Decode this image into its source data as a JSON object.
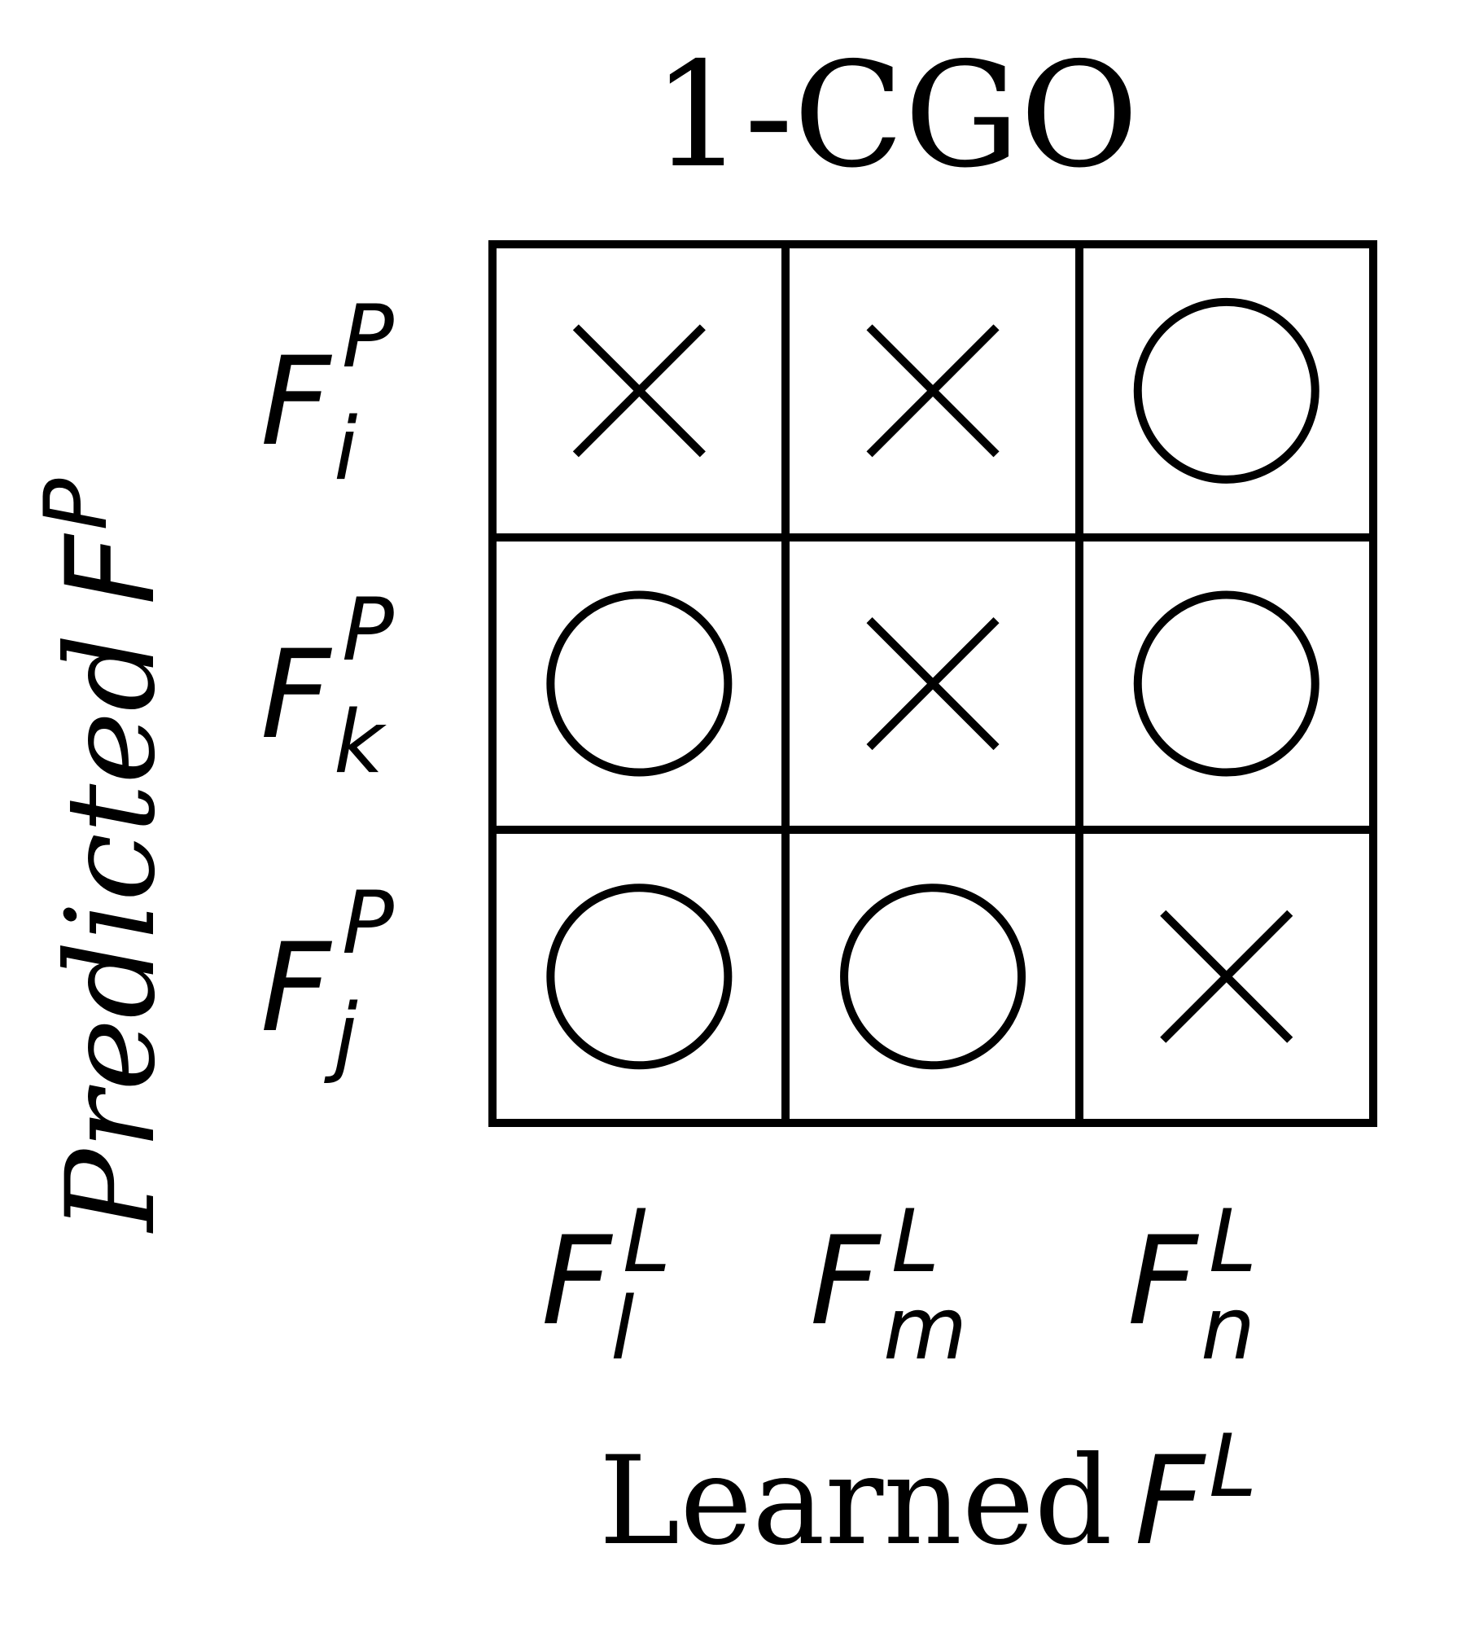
{
  "title": "1-CGO",
  "x_axis": {
    "label": "Learned",
    "symbol": "F",
    "superscript": "L"
  },
  "y_axis": {
    "label": "Predicted",
    "symbol": "F",
    "superscript": "P"
  },
  "columns": [
    {
      "symbol": "F",
      "superscript": "L",
      "subscript": "l"
    },
    {
      "symbol": "F",
      "superscript": "L",
      "subscript": "m"
    },
    {
      "symbol": "F",
      "superscript": "L",
      "subscript": "n"
    }
  ],
  "rows": [
    {
      "symbol": "F",
      "superscript": "P",
      "subscript": "i"
    },
    {
      "symbol": "F",
      "superscript": "P",
      "subscript": "k"
    },
    {
      "symbol": "F",
      "superscript": "P",
      "subscript": "j"
    }
  ],
  "cells": [
    [
      "cross",
      "cross",
      "circle"
    ],
    [
      "circle",
      "cross",
      "circle"
    ],
    [
      "circle",
      "circle",
      "cross"
    ]
  ],
  "colors": {
    "ink": "#000000",
    "background": "#ffffff"
  }
}
